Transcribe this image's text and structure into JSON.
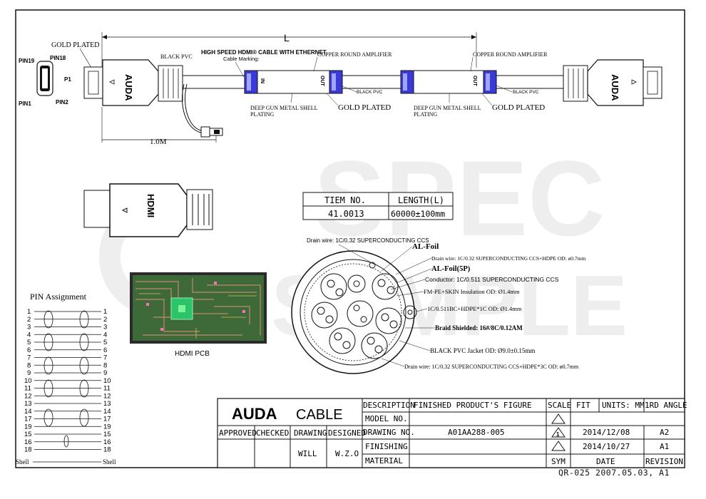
{
  "labels": {
    "gold_plated_top": "GOLD PLATED",
    "length_symbol": "L",
    "pin19": "PIN19",
    "pin18": "PIN18",
    "p1": "P1",
    "pin1": "PIN1",
    "pin2": "PIN2",
    "black_pvc": "BLACK PVC",
    "cable_title": "HIGH SPEED HDMI® CABLE WITH ETHERNET",
    "cable_marking": "Cable Marking:",
    "copper_left": "COPPER ROUND AMPLIFIER",
    "copper_right": "COPPER ROUND AMPLIFIER",
    "in_label": "IN",
    "out_label": "OUT",
    "black_pvc_small": "BLACK PVC",
    "deep_gun_1": "DEEP GUN METAL SHELL",
    "plating": "PLATING",
    "gold_plated_mid": "GOLD PLATED",
    "one_meter": "1.0M",
    "brand_vertical": "AUDA",
    "hdmi_vertical": "HDMI",
    "hdmi_pcb": "HDMI PCB",
    "pin_assignment": "PIN Assignment",
    "shell": "Shell",
    "watermark_1": "SPEC",
    "watermark_2": "SAMPLE"
  },
  "pin_rows": [
    {
      "left": "1",
      "right": "1"
    },
    {
      "left": "2",
      "right": "2"
    },
    {
      "left": "3",
      "right": "3"
    },
    {
      "left": "4",
      "right": "4"
    },
    {
      "left": "5",
      "right": "5"
    },
    {
      "left": "6",
      "right": "6"
    },
    {
      "left": "7",
      "right": "7"
    },
    {
      "left": "8",
      "right": "8"
    },
    {
      "left": "9",
      "right": "9"
    },
    {
      "left": "10",
      "right": "10"
    },
    {
      "left": "11",
      "right": "11"
    },
    {
      "left": "12",
      "right": "12"
    },
    {
      "left": "13",
      "right": "13"
    },
    {
      "left": "14",
      "right": "14"
    },
    {
      "left": "17",
      "right": "17"
    },
    {
      "left": "19",
      "right": "19"
    },
    {
      "left": "15",
      "right": "15"
    },
    {
      "left": "16",
      "right": "16"
    },
    {
      "left": "18",
      "right": "18"
    }
  ],
  "item_table": {
    "header_item": "TIEM NO.",
    "header_length": "LENGTH(L)",
    "item_no": "41.0013",
    "length_value": "60000±100mm"
  },
  "cross_section": {
    "drain_top": "Drain wire: 1C/0.32 SUPERCONDUCTING CCS",
    "al_foil": "AL-Foil",
    "drain_hdpe": "Drain wire: 1C/0.32 SUPERCONDUCTING CCS+HDPE OD: ø0.7mm",
    "al_foil_5p": "AL-Foil(5P)",
    "conductor": "Conductor: 1C/0.511 SUPERCONDUCTING CCS",
    "fm_pe": "FM-PE+SKIN Insulation OD: Ø1.4mm",
    "bc_hdpe": "1C/0.511BC+HDPE*1C OD: Ø1.4mm",
    "braid": "Braid Shielded: 16#/8C/0.12AM",
    "jacket": "BLACK PVC Jacket OD: Ø9.0±0.15mm",
    "drain_bottom": "Drain wire: 1C/0.32 SUPERCONDUCTING CCS+HDPE*3C OD: ø0.7mm"
  },
  "title_block": {
    "brand_a": "AUDA",
    "brand_b": "CABLE",
    "approved": "APPROVED",
    "checked": "CHECKED",
    "drawing": "DRAWING",
    "designed": "DESIGNED",
    "drawer": "WILL",
    "designer": "W.Z.O",
    "description_label": "DESCRIPTION",
    "description_value": "FINISHED PRODUCT'S FIGURE",
    "model_label": "MODEL NO.",
    "drawing_no_label": "DRAWING NO.",
    "drawing_no_value": "A01AA288-005",
    "finishing_label": "FINISHING",
    "material_label": "MATERIAL",
    "scale_label": "SCALE",
    "scale_value": "FIT",
    "units": "UNITS: MM",
    "angle": "1RD ANGLE",
    "rev_date_1": "2014/12/08",
    "rev_1": "A2",
    "rev_date_2": "2014/10/27",
    "rev_2": "A1",
    "sym": "SYM",
    "date": "DATE",
    "revision": "REVISION"
  },
  "footer": "QR-025 2007.05.03, A1"
}
